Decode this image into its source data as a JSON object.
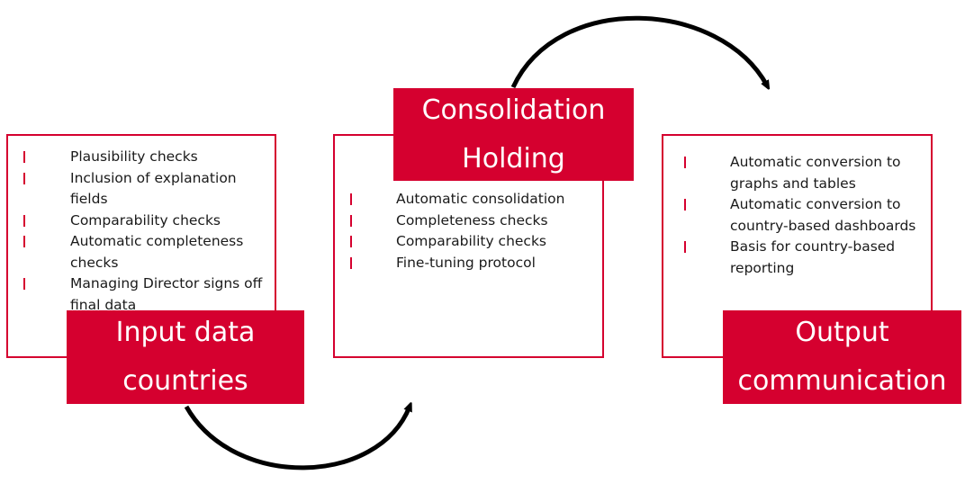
{
  "stages": [
    {
      "title_lines": [
        "Input data",
        "countries"
      ],
      "items": [
        "Plausibility checks",
        "Inclusion of explanation fields",
        "Comparability checks",
        "Automatic completeness checks",
        "Managing Director signs off final data"
      ]
    },
    {
      "title_lines": [
        "Consolidation",
        "Holding"
      ],
      "items": [
        "Automatic consolidation",
        "Completeness checks",
        "Comparability checks",
        "Fine-tuning protocol"
      ]
    },
    {
      "title_lines": [
        "Output",
        "communication"
      ],
      "items": [
        "Automatic conversion to graphs and tables",
        "Automatic conversion to country-based dashboards",
        "Basis for country-based reporting"
      ]
    }
  ],
  "colors": {
    "accent": "#d5002f",
    "arrow": "#000000"
  }
}
